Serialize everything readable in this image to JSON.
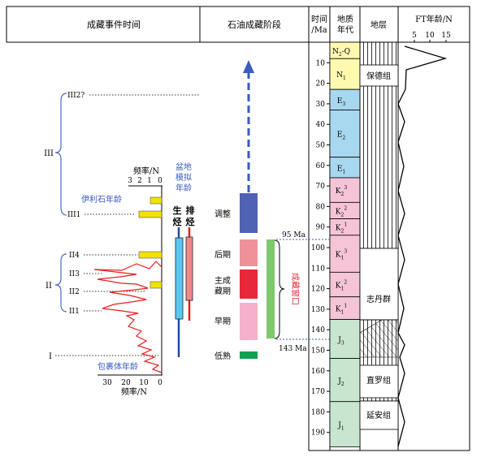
{
  "header": {
    "event_time": "成藏事件时间",
    "oil_stage": "石油成藏阶段",
    "time_l1": "时间",
    "time_l2": "/Ma",
    "geo_l1": "地质",
    "geo_l2": "年代",
    "strata": "地层",
    "ft_title": "FT年龄/N",
    "ft_ticks": [
      "5",
      "10",
      "15"
    ]
  },
  "left_panel": {
    "freq_top_label": "频率/N",
    "freq_top_ticks": [
      "3",
      "2",
      "1",
      "0"
    ],
    "freq_bottom_label": "频率/N",
    "freq_bottom_ticks": [
      "30",
      "20",
      "10",
      "0"
    ],
    "basin_model_lines": [
      "盆地",
      "模拟",
      "年龄"
    ],
    "illite_age": "伊利石年龄",
    "inclusion_age": "包裹体年龄",
    "gen_hc": [
      "生",
      "烃"
    ],
    "exp_hc": [
      "排",
      "烃"
    ],
    "group_iii": "III",
    "group_ii": "II",
    "event_i": "I",
    "events": [
      "III2?",
      "III1",
      "II4",
      "II3",
      "II2",
      "II1"
    ]
  },
  "stage_panel": {
    "stages": [
      "调整",
      "后期",
      "主成藏期",
      "早期",
      "低熟"
    ],
    "main_window": "成藏窗口",
    "age_top": "95 Ma",
    "age_bottom": "143 Ma"
  },
  "time_ticks": [
    "10",
    "20",
    "30",
    "40",
    "50",
    "60",
    "70",
    "80",
    "90",
    "100",
    "110",
    "120",
    "130",
    "140",
    "150",
    "160",
    "170",
    "180",
    "190"
  ],
  "geo_units": [
    {
      "main": "N",
      "sub": "2",
      "tail": "-Q",
      "sup": "",
      "color": "#fff9b0"
    },
    {
      "main": "N",
      "sub": "1",
      "tail": "",
      "sup": "",
      "color": "#fff9b0"
    },
    {
      "main": "E",
      "sub": "3",
      "tail": "",
      "sup": "",
      "color": "#a8d8ef"
    },
    {
      "main": "E",
      "sub": "2",
      "tail": "",
      "sup": "",
      "color": "#a8d8ef"
    },
    {
      "main": "E",
      "sub": "1",
      "tail": "",
      "sup": "",
      "color": "#a8d8ef"
    },
    {
      "main": "K",
      "sub": "2",
      "tail": "",
      "sup": "3",
      "color": "#f5c4d6"
    },
    {
      "main": "K",
      "sub": "2",
      "tail": "",
      "sup": "2",
      "color": "#f5c4d6"
    },
    {
      "main": "K",
      "sub": "2",
      "tail": "",
      "sup": "1",
      "color": "#f5c4d6"
    },
    {
      "main": "K",
      "sub": "1",
      "tail": "",
      "sup": "3",
      "color": "#f5c4d6"
    },
    {
      "main": "K",
      "sub": "1",
      "tail": "",
      "sup": "2",
      "color": "#f5c4d6"
    },
    {
      "main": "K",
      "sub": "1",
      "tail": "",
      "sup": "1",
      "color": "#f5c4d6"
    },
    {
      "main": "J",
      "sub": "3",
      "tail": "",
      "sup": "",
      "color": "#c8e6cf"
    },
    {
      "main": "J",
      "sub": "2",
      "tail": "",
      "sup": "",
      "color": "#c8e6cf"
    },
    {
      "main": "J",
      "sub": "1",
      "tail": "",
      "sup": "",
      "color": "#c8e6cf"
    }
  ],
  "formations": [
    "保德组",
    "志丹群",
    "直罗组",
    "延安组"
  ]
}
